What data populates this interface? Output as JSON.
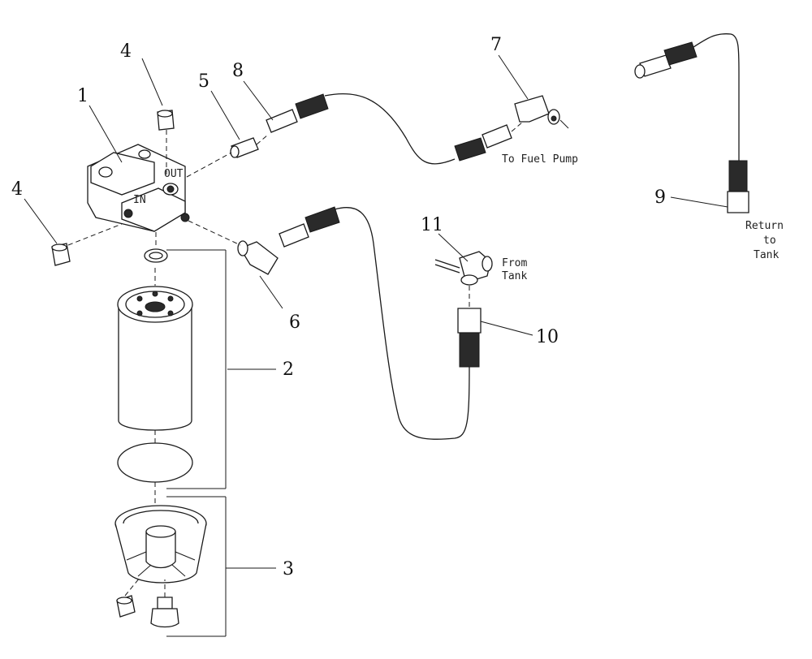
{
  "callouts": {
    "c1": "1",
    "c2": "2",
    "c3": "3",
    "c4a": "4",
    "c4b": "4",
    "c5": "5",
    "c6": "6",
    "c7": "7",
    "c8": "8",
    "c9": "9",
    "c10": "10",
    "c11": "11"
  },
  "annotations": {
    "to_fuel_pump": "To Fuel Pump",
    "from_tank_1": "From",
    "from_tank_2": "Tank",
    "return_1": "Return",
    "return_2": "to",
    "return_3": "Tank"
  },
  "head_marks": {
    "in": "IN",
    "out": "OUT"
  }
}
